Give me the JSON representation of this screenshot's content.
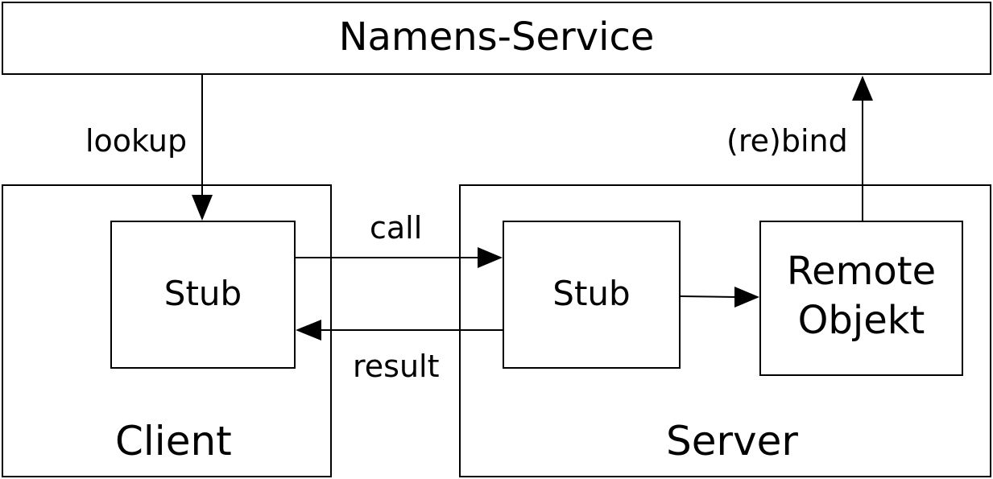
{
  "diagram": {
    "name_service": {
      "label": "Namens-Service"
    },
    "client": {
      "label": "Client",
      "stub": {
        "label": "Stub"
      }
    },
    "server": {
      "label": "Server",
      "stub": {
        "label": "Stub"
      },
      "remote_object": {
        "line1": "Remote",
        "line2": "Objekt"
      }
    },
    "edges": {
      "lookup": "lookup",
      "rebind": "(re)bind",
      "call": "call",
      "result": "result"
    }
  }
}
